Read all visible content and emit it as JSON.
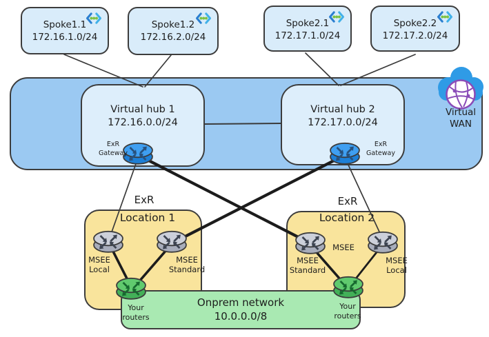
{
  "diagram": {
    "spokes": [
      {
        "name": "Spoke1.1",
        "cidr": "172.16.1.0/24",
        "icon": "vnet-icon"
      },
      {
        "name": "Spoke1.2",
        "cidr": "172.16.2.0/24",
        "icon": "vnet-icon"
      },
      {
        "name": "Spoke2.1",
        "cidr": "172.17.1.0/24",
        "icon": "vnet-icon"
      },
      {
        "name": "Spoke2.2",
        "cidr": "172.17.2.0/24",
        "icon": "vnet-icon"
      }
    ],
    "virtual_wan": {
      "label": "Virtual WAN",
      "icon": "cloud-globe-icon",
      "hubs": [
        {
          "name": "Virtual hub 1",
          "cidr": "172.16.0.0/24",
          "gateway_label": "ExR Gateway",
          "gateway_icon": "router-icon"
        },
        {
          "name": "Virtual hub 2",
          "cidr": "172.17.0.0/24",
          "gateway_label": "ExR Gateway",
          "gateway_icon": "router-icon"
        }
      ]
    },
    "exr_locations": [
      {
        "exr_label": "ExR",
        "name": "Location 1",
        "msee_routers": [
          {
            "label": "MSEE Local",
            "icon": "router-icon"
          },
          {
            "label": "MSEE Standard",
            "icon": "router-icon"
          }
        ],
        "edge_router": {
          "label": "Your routers",
          "icon": "router-icon"
        }
      },
      {
        "exr_label": "ExR",
        "name": "Location 2",
        "extra_label": "MSEE",
        "msee_routers": [
          {
            "label": "MSEE Standard",
            "icon": "router-icon"
          },
          {
            "label": "MSEE Local",
            "icon": "router-icon"
          }
        ],
        "edge_router": {
          "label": "Your routers",
          "icon": "router-icon"
        }
      }
    ],
    "onprem": {
      "name": "Onprem network",
      "cidr": "10.0.0.0/8"
    },
    "colors": {
      "wan_band": "#9bc9f2",
      "hub_fill": "#ddeefb",
      "spoke_fill": "#d9ecfa",
      "exr_location_fill": "#f9e49c",
      "onprem_fill": "#a9e9b2",
      "gateway_router": "#3f9ff1",
      "msee_router": "#ccd0da",
      "edge_router": "#60ca6e",
      "cloud_blue": "#2f9be6",
      "globe_purple": "#8a4cb8",
      "vnet_dot_green": "#7cc143",
      "outline": "#3c3c3c"
    }
  }
}
